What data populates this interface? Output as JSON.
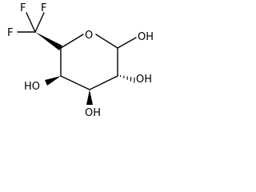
{
  "molecule": {
    "atoms": {
      "f_top_left": "F",
      "f_top_right": "F",
      "f_left": "F",
      "ring_o": "O",
      "oh_anomeric": "OH",
      "oh_c2": "OH",
      "oh_c3": "OH",
      "ho_c4": "HO"
    },
    "colors": {
      "line": "#000000",
      "background": "#ffffff"
    }
  }
}
